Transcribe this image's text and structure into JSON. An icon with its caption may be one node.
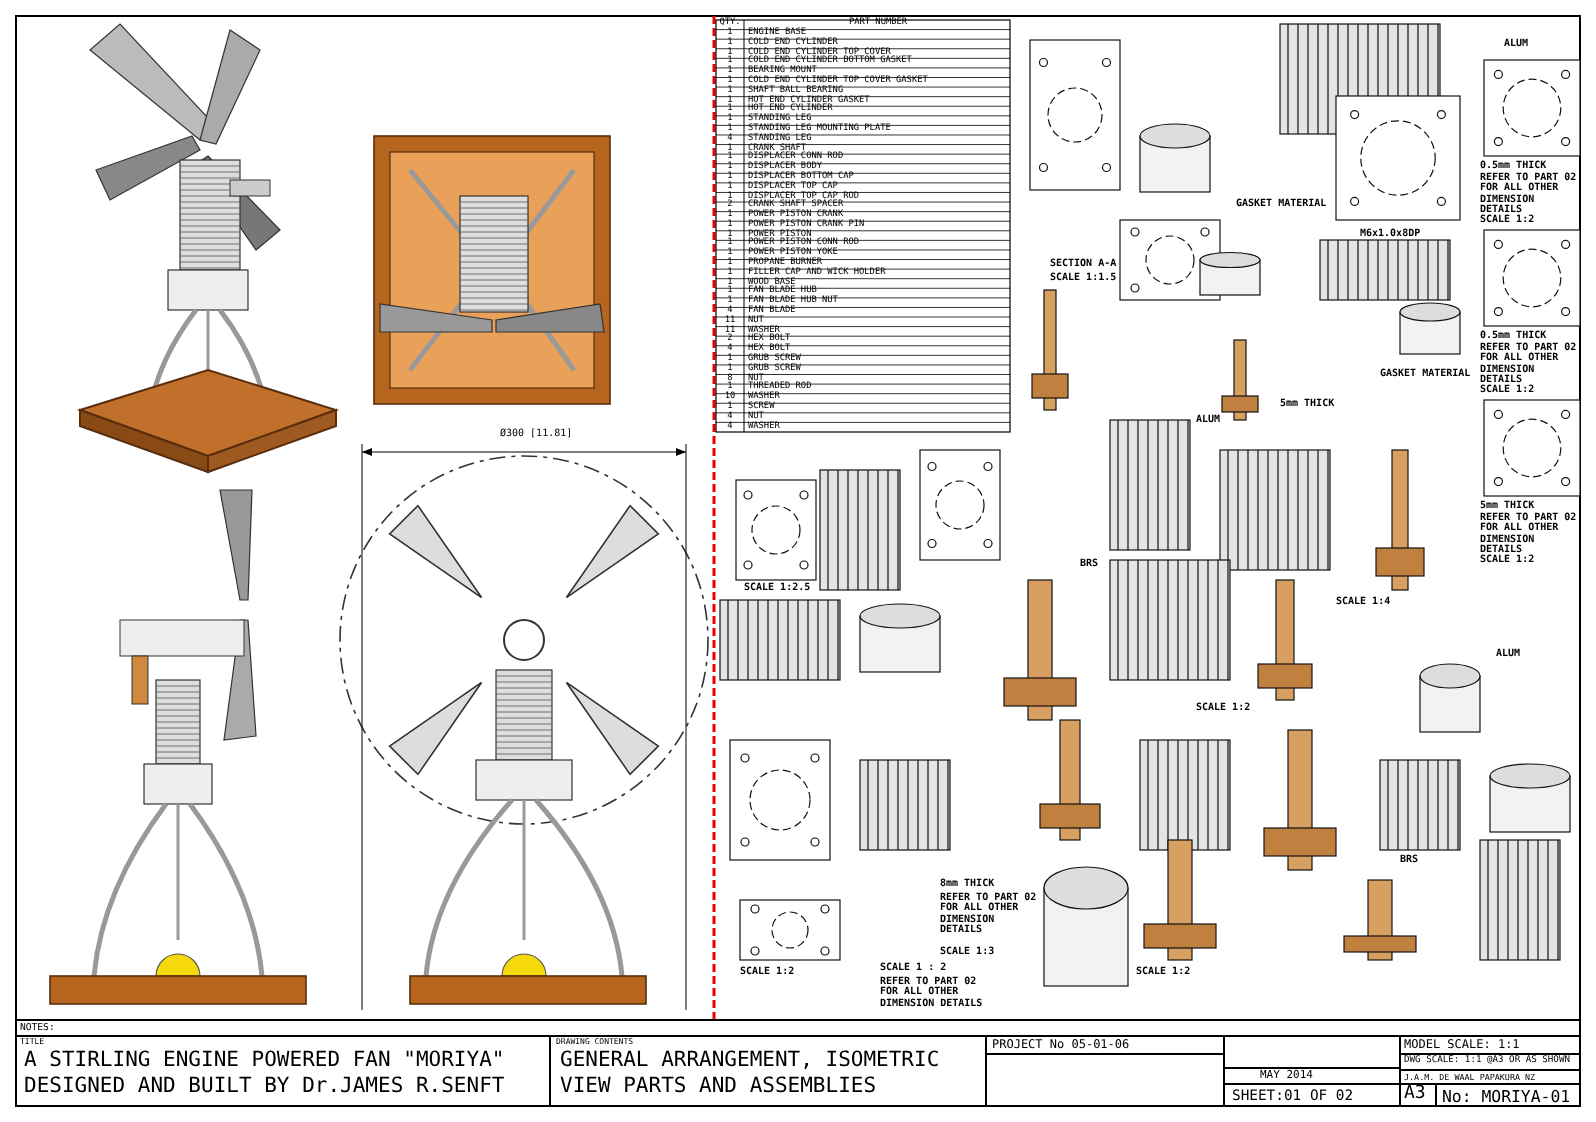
{
  "diagram": {
    "labels": [
      "Ø300 [11.81]",
      "QTY.",
      "PART NUMBER",
      "1",
      "ENGINE BASE",
      "1",
      "COLD END CYLINDER",
      "1",
      "COLD END CYLINDER TOP COVER",
      "1",
      "COLD END CYLINDER BOTTOM GASKET",
      "1",
      "BEARING MOUNT",
      "1",
      "COLD END CYLINDER TOP COVER GASKET",
      "1",
      "SHAFT BALL BEARING",
      "1",
      "HOT END CYLINDER GASKET",
      "1",
      "HOT END CYLINDER",
      "1",
      "STANDING LEG",
      "1",
      "STANDING LEG MOUNTING PLATE",
      "4",
      "STANDING LEG",
      "1",
      "CRANK SHAFT",
      "1",
      "DISPLACER CONN ROD",
      "1",
      "DISPLACER BODY",
      "1",
      "DISPLACER BOTTOM CAP",
      "1",
      "DISPLACER TOP CAP",
      "1",
      "DISPLACER TOP CAP ROD",
      "2",
      "CRANK SHAFT SPACER",
      "1",
      "POWER PISTON CRANK",
      "1",
      "POWER PISTON CRANK PIN",
      "1",
      "POWER PISTON",
      "1",
      "POWER PISTON CONN ROD",
      "1",
      "POWER PISTON YOKE",
      "1",
      "PROPANE BURNER",
      "1",
      "FILLER CAP AND WICK HOLDER",
      "1",
      "WOOD BASE",
      "1",
      "FAN BLADE HUB",
      "1",
      "FAN BLADE HUB NUT",
      "4",
      "FAN BLADE",
      "11",
      "NUT",
      "11",
      "WASHER",
      "2",
      "HEX BOLT",
      "4",
      "HEX BOLT",
      "1",
      "GRUB SCREW",
      "1",
      "GRUB SCREW",
      "8",
      "NUT",
      "1",
      "THREADED ROD",
      "10",
      "WASHER",
      "1",
      "SCREW",
      "4",
      "NUT",
      "4",
      "WASHER",
      "ALUM",
      "GASKET MATERIAL",
      "0.5mm THICK",
      "REFER TO PART 02 FOR ALL OTHER DIMENSION DETAILS",
      "SCALE 1:2",
      "SECTION A-A",
      "SCALE 1:1.5",
      "5mm THICK",
      "GASKET MATERIAL",
      "0.5mm THICK",
      "REFER TO PART 02 FOR ALL OTHER DIMENSION DETAILS",
      "SCALE 1:2",
      "5mm THICK",
      "REFER TO PART 02 FOR ALL OTHER DIMENSION DETAILS",
      "SCALE 1:2",
      "SCALE 1:2.5",
      "SCALE 1:4",
      "SCALE 1:2",
      "8mm THICK",
      "REFER TO PART 02 FOR ALL OTHER DIMENSION DETAILS",
      "SCALE 1:3",
      "SCALE 1:2",
      "SCALE 1 : 2",
      "REFER TO PART 02 FOR ALL OTHER DIMENSION DETAILS",
      "BRS",
      "BRS",
      "ALUM",
      "ALUM",
      "M6x1.0x8DP",
      "SCALE 1:2",
      "NOTES:",
      "TITLE",
      "A STIRLING ENGINE POWERED FAN  \"MORIYA\"",
      "DESIGNED AND BUILT BY Dr.JAMES R.SENFT",
      "DRAWING CONTENTS",
      "GENERAL ARRANGEMENT, ISOMETRIC",
      "VIEW PARTS AND ASSEMBLIES",
      "PROJECT No 05-01-06",
      "MAY 2014",
      "SHEET:01 OF 02",
      "MODEL SCALE: 1:1",
      "DWG SCALE: 1:1 @A3 OR AS SHOWN",
      "J.A.M. DE WAAL PAPAKURA NZ",
      "A3",
      "No: MORIYA-01"
    ]
  }
}
